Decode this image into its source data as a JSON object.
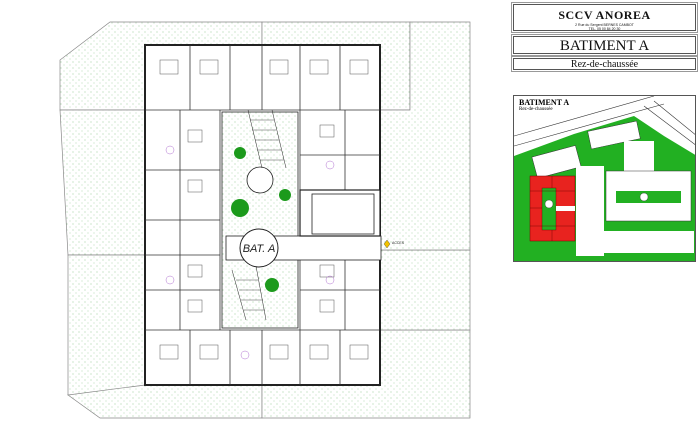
{
  "title_block": {
    "company": "SCCV ANOREA",
    "address": "2 Rue du Sergent BERNES CAMBOT",
    "phone": "TEL. 05 00 84 20 30",
    "building": "BATIMENT A",
    "level": "Rez-de-chaussée"
  },
  "plan": {
    "building_label": "BAT. A",
    "access_label": "ACCES"
  },
  "inset": {
    "title": "BATIMENT A",
    "subtitle": "Rez-de-chaussée",
    "highlight_color": "#e8231f",
    "green_color": "#22b022"
  }
}
